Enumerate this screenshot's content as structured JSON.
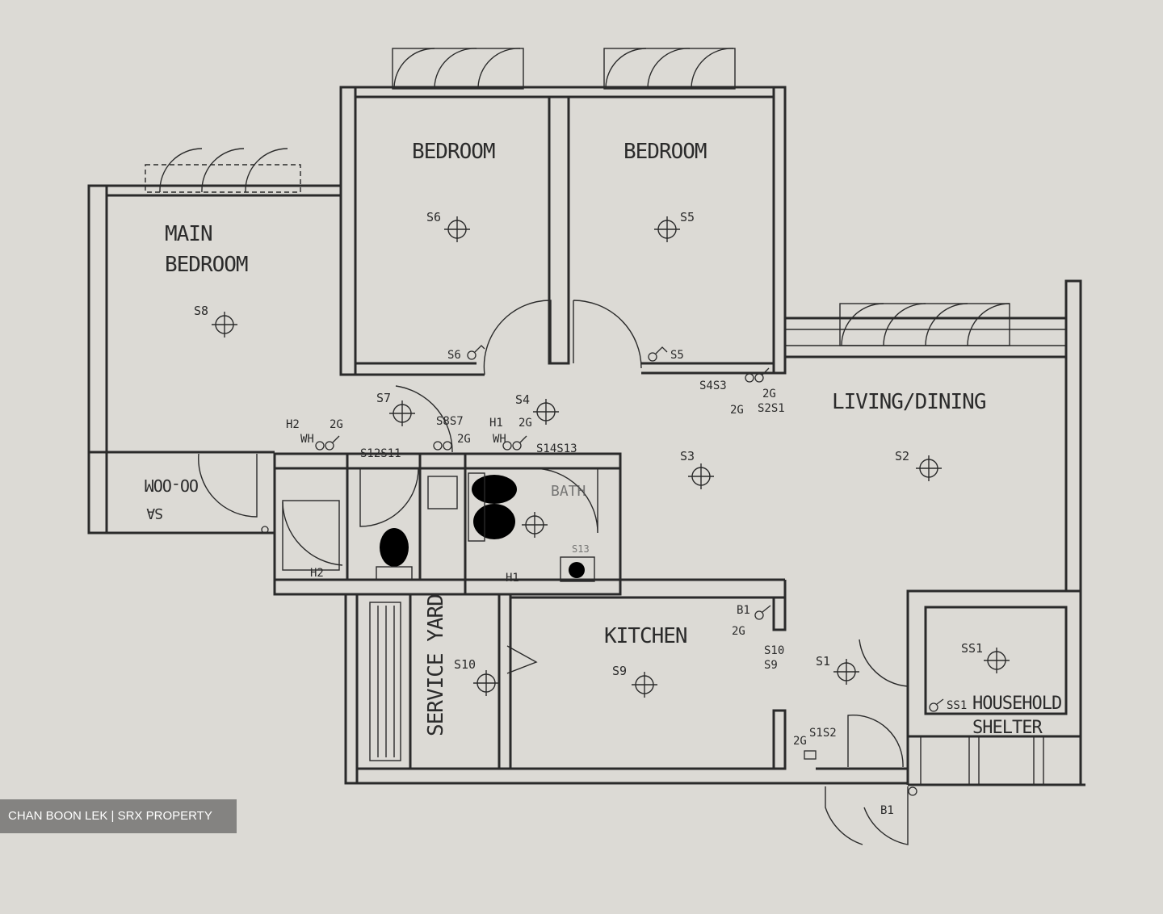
{
  "rooms": {
    "main_bedroom": [
      "MAIN",
      "BEDROOM"
    ],
    "bedroom_1": "BEDROOM",
    "bedroom_2": "BEDROOM",
    "living_dining": "LIVING/DINING",
    "kitchen": "KITCHEN",
    "service_yard": "SERVICE YARD",
    "household_shelter": [
      "HOUSEHOLD",
      "SHELTER"
    ],
    "bath": "BATH",
    "storage_rotated": "OO-OOM",
    "storage_sub": "SA"
  },
  "points": {
    "s1": "S1",
    "s2": "S2",
    "s3": "S3",
    "s4": "S4",
    "s5": "S5",
    "s6": "S6",
    "s7": "S7",
    "s8": "S8",
    "s9": "S9",
    "s10": "S10",
    "ss1": "SS1"
  },
  "switch_labels": {
    "s6_switch": "S6",
    "s5_switch": "S5",
    "s4s3": "S4S3",
    "g2_left": "2G",
    "g2_right": "2G",
    "s2s1": "S2S1",
    "h2_top": "H2",
    "wh_left": "WH",
    "g2_h2": "2G",
    "s8s7": "S8S7",
    "g2_s8s7": "2G",
    "h1_top": "H1",
    "wh_right": "WH",
    "g2_h1": "2G",
    "s12s11": "S12S11",
    "s14s13": "S14S13",
    "h2_bottom": "H2",
    "h1_bottom": "H1",
    "s13_faint": "S13",
    "b1_kitchen": "B1",
    "g2_kitchen": "2G",
    "s10_kitchen": "S10",
    "s9_kitchen": "S9",
    "ss1_switch": "SS1",
    "s1s2": "S1S2",
    "g2_entry": "2G",
    "b1_entry": "B1"
  },
  "watermark": "CHAN BOON LEK | SRX PROPERTY"
}
